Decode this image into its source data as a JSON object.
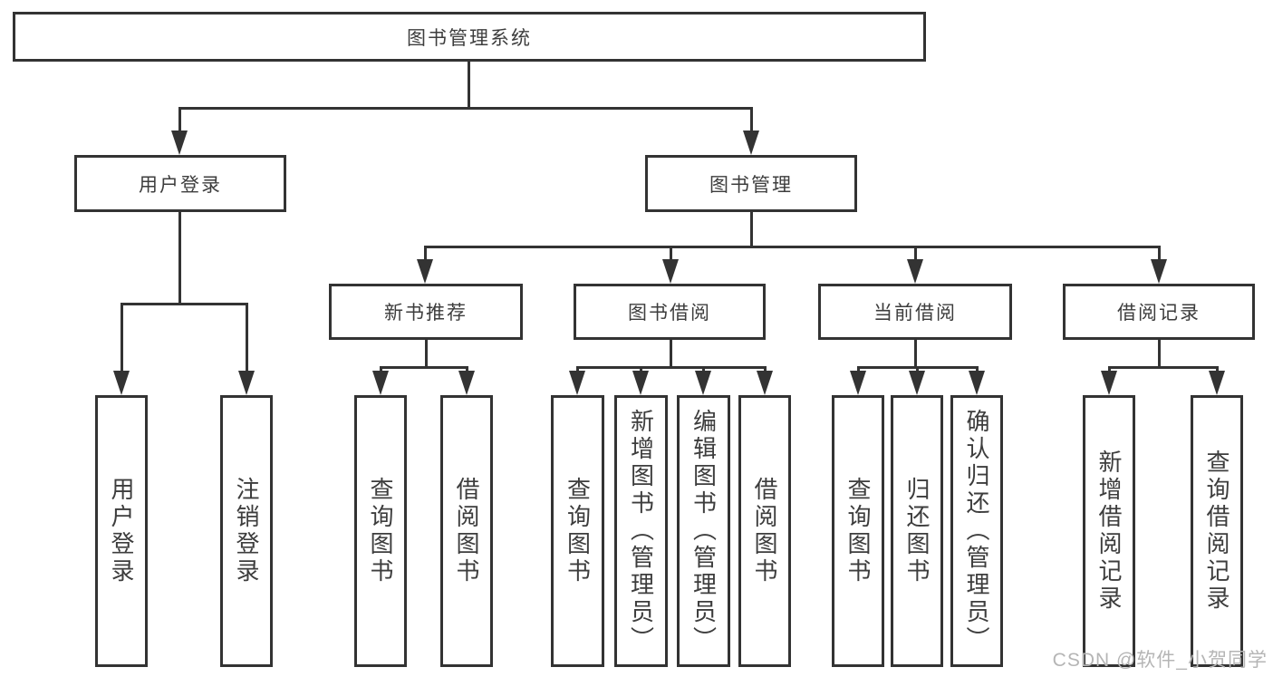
{
  "diagram": {
    "title": "图书管理系统",
    "tree": {
      "root": {
        "label": "图书管理系统"
      },
      "branches": [
        {
          "label": "用户登录",
          "children": [
            {
              "label": "用户登录"
            },
            {
              "label": "注销登录"
            }
          ]
        },
        {
          "label": "图书管理",
          "children": [
            {
              "label": "新书推荐",
              "children": [
                {
                  "label": "查询图书"
                },
                {
                  "label": "借阅图书"
                }
              ]
            },
            {
              "label": "图书借阅",
              "children": [
                {
                  "label": "查询图书"
                },
                {
                  "label": "新增图书（管理员）"
                },
                {
                  "label": "编辑图书（管理员）"
                },
                {
                  "label": "借阅图书"
                }
              ]
            },
            {
              "label": "当前借阅",
              "children": [
                {
                  "label": "查询图书"
                },
                {
                  "label": "归还图书"
                },
                {
                  "label": "确认归还（管理员）"
                }
              ]
            },
            {
              "label": "借阅记录",
              "children": [
                {
                  "label": "新增借阅记录"
                },
                {
                  "label": "查询借阅记录"
                }
              ]
            }
          ]
        }
      ]
    },
    "watermark": "CSDN @软件_小贺同学",
    "colors": {
      "line": "#333333",
      "text": "#3d3d3d",
      "background": "#ffffff",
      "watermark": "#b5b5b5"
    }
  }
}
